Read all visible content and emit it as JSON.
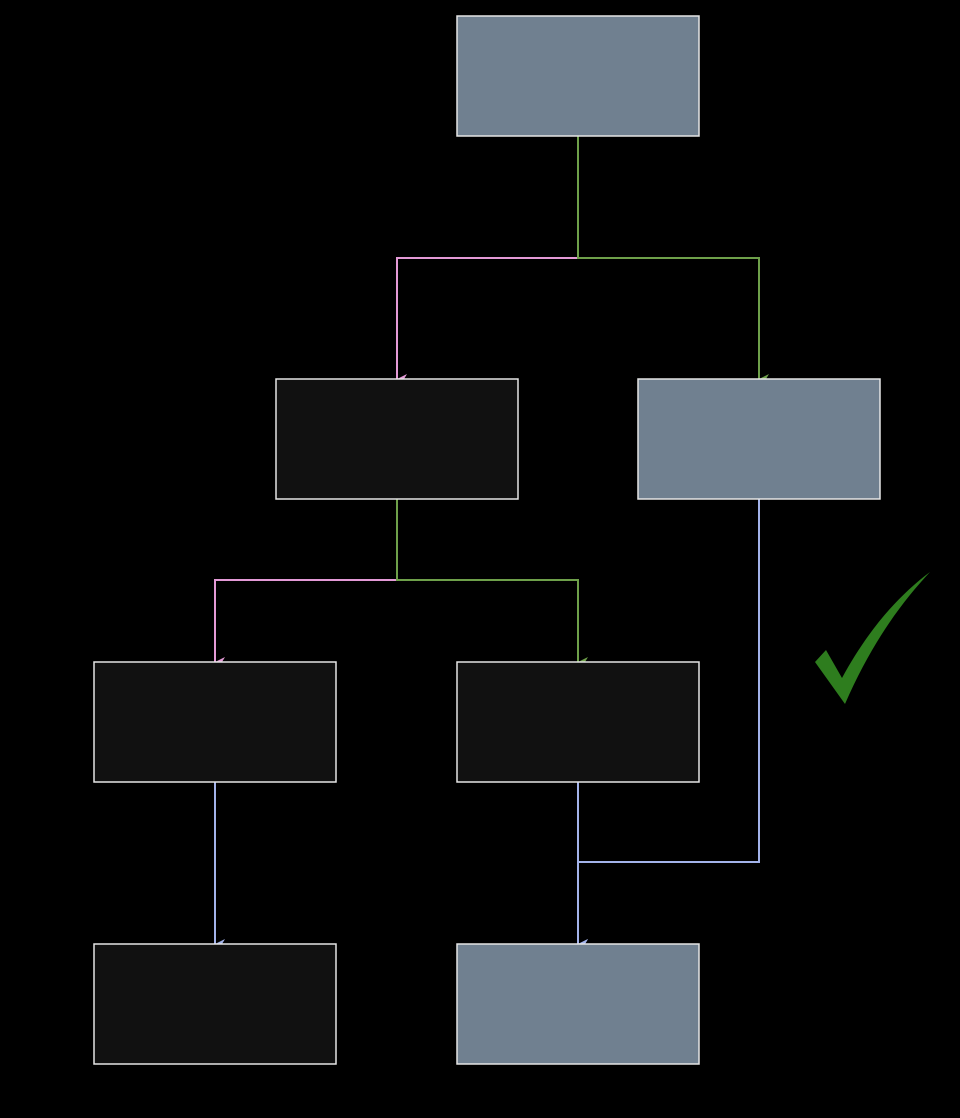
{
  "diagram": {
    "colors": {
      "background": "#000000",
      "node_highlight_fill": "#708090",
      "node_default_fill": "#111111",
      "node_border": "#e6e6e6",
      "edge_pink": "#e39ad6",
      "edge_green": "#6ea04a",
      "edge_blue": "#a3b3ea",
      "checkmark": "#2e7d1e"
    },
    "nodes": [
      {
        "id": "root",
        "style": "highlight",
        "label": ""
      },
      {
        "id": "left-child",
        "style": "default",
        "label": ""
      },
      {
        "id": "right-child",
        "style": "highlight",
        "label": ""
      },
      {
        "id": "left-grandchild",
        "style": "default",
        "label": ""
      },
      {
        "id": "middle-grandchild",
        "style": "default",
        "label": ""
      },
      {
        "id": "bottom-left",
        "style": "default",
        "label": ""
      },
      {
        "id": "bottom-right",
        "style": "highlight",
        "label": ""
      }
    ],
    "edges": [
      {
        "from": "root",
        "to": "left-child",
        "color": "pink"
      },
      {
        "from": "root",
        "to": "right-child",
        "color": "green"
      },
      {
        "from": "left-child",
        "to": "left-grandchild",
        "color": "pink"
      },
      {
        "from": "left-child",
        "to": "middle-grandchild",
        "color": "green"
      },
      {
        "from": "left-grandchild",
        "to": "bottom-left",
        "color": "blue"
      },
      {
        "from": "middle-grandchild",
        "to": "bottom-right",
        "color": "blue"
      },
      {
        "from": "right-child",
        "to": "bottom-right",
        "color": "blue"
      }
    ],
    "checkmark_icon": "check-icon"
  }
}
